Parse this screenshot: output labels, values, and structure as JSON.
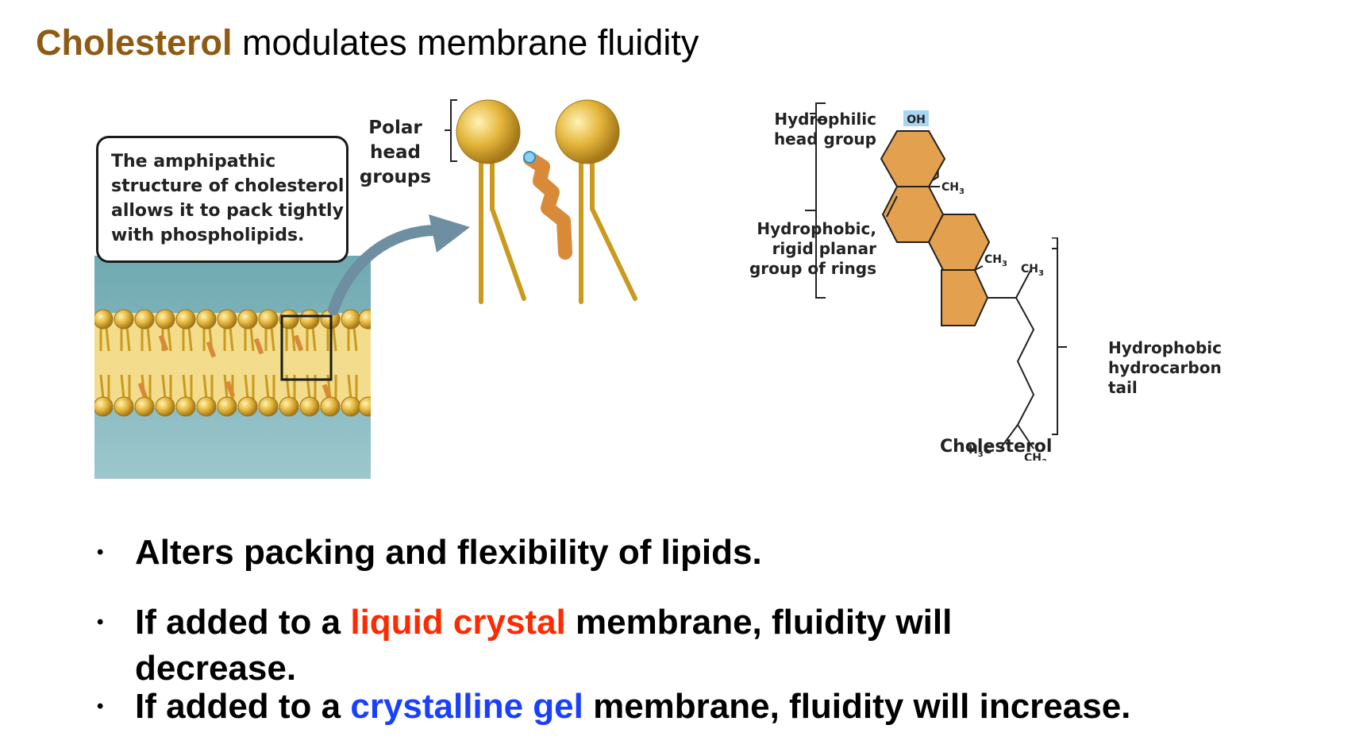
{
  "title": {
    "highlight": "Cholesterol",
    "rest": " modulates membrane fluidity"
  },
  "callout": {
    "lines": [
      "The amphipathic",
      "structure of cholesterol",
      "allows it to pack tightly",
      "with phospholipids."
    ]
  },
  "polar_label": {
    "line1": "Polar",
    "line2": "head",
    "line3": "groups"
  },
  "cholesterol_diagram": {
    "oh": "OH",
    "hydrophilic_1": "Hydrophilic",
    "hydrophilic_2": "head group",
    "hydrophobic_rings_1": "Hydrophobic,",
    "hydrophobic_rings_2": "rigid planar",
    "hydrophobic_rings_3": "group of rings",
    "tail_1": "Hydrophobic",
    "tail_2": "hydrocarbon",
    "tail_3": "tail",
    "ch3": "CH",
    "h3c": "H",
    "name": "Cholesterol"
  },
  "bullets": {
    "b1": "Alters packing and flexibility of lipids.",
    "b2_pre": "If added to a ",
    "b2_hl": "liquid crystal",
    "b2_post": " membrane, fluidity will",
    "b2_line2": "decrease.",
    "b3_pre": "If added to a ",
    "b3_hl": "crystalline gel",
    "b3_post": " membrane, fluidity will increase.",
    "bullet_char": "•"
  },
  "colors": {
    "title_highlight": "#8f5a12",
    "liquid_crystal": "#ff2a00",
    "crystalline_gel": "#1a40ff",
    "ring_fill": "#e3a04f",
    "membrane_water": "#82b6bd",
    "head_gold": "#d9aa2c"
  }
}
